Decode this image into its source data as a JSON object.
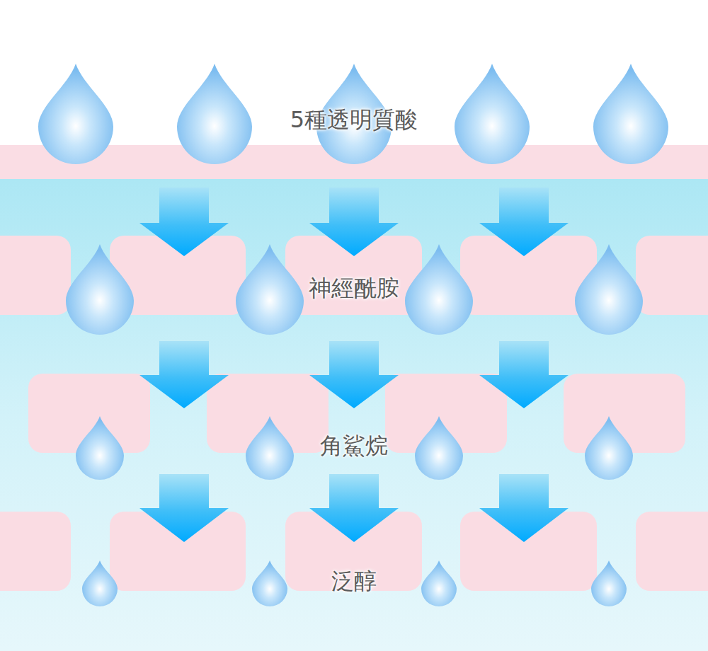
{
  "diagram": {
    "labels": [
      "5種透明質酸",
      "神經酰胺",
      "角鯊烷",
      "泛醇"
    ]
  }
}
